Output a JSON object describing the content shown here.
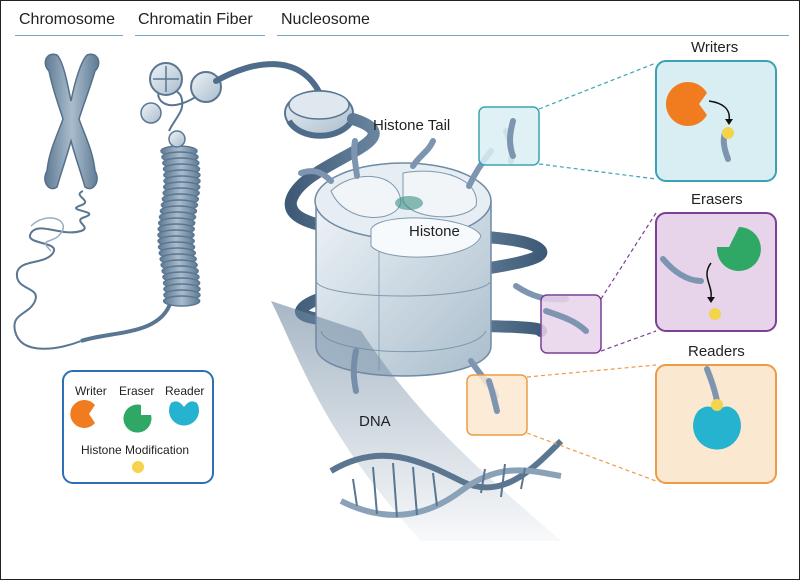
{
  "headers": {
    "chromosome": "Chromosome",
    "chromatin_fiber": "Chromatin Fiber",
    "nucleosome": "Nucleosome"
  },
  "labels": {
    "histone_tail": "Histone Tail",
    "histone": "Histone",
    "dna": "DNA"
  },
  "panels": {
    "writers": "Writers",
    "erasers": "Erasers",
    "readers": "Readers"
  },
  "legend": {
    "writer": "Writer",
    "eraser": "Eraser",
    "reader": "Reader",
    "histone_modification": "Histone Modification"
  },
  "colors": {
    "writer": "#f07c1f",
    "eraser": "#2fa866",
    "reader": "#26b3cf",
    "modification": "#f4d44c",
    "writers_panel": "#d9eef3",
    "writers_border": "#3aa3b3",
    "erasers_panel": "#e7d4ea",
    "erasers_border": "#7b3f94",
    "readers_panel": "#fbe8d0",
    "readers_border": "#ee9b45",
    "legend_border": "#2f6fb5",
    "dna": "#4f6d8a",
    "histone": "#c9d8e3"
  }
}
